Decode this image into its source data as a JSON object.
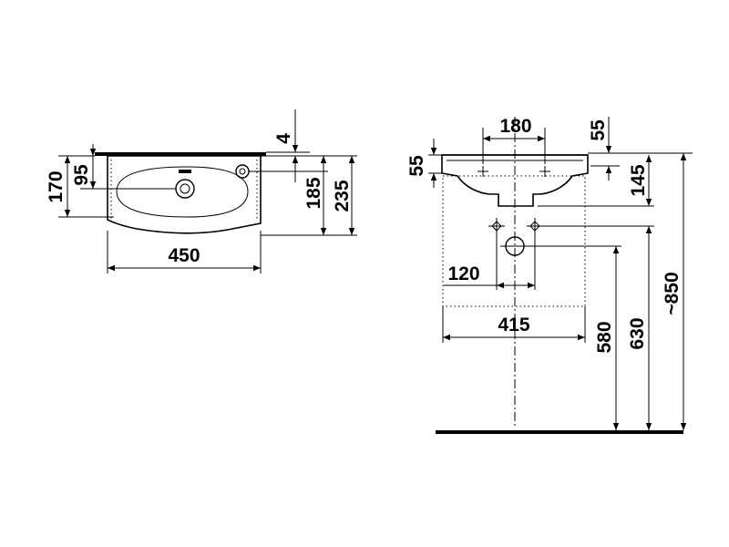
{
  "top_view": {
    "width_label": "450",
    "depth_label": "235",
    "tap_offset_label": "185",
    "edge_label": "4",
    "height_label": "170",
    "drain_label": "95"
  },
  "front_view": {
    "tap_spacing_label": "180",
    "rim_label": "55",
    "rim_side_label": "55",
    "bowl_depth_label": "145",
    "pipe_spacing_label": "120",
    "width_label": "415",
    "waste_height_label": "580",
    "supply_height_label": "630",
    "total_height_label": "~850"
  }
}
